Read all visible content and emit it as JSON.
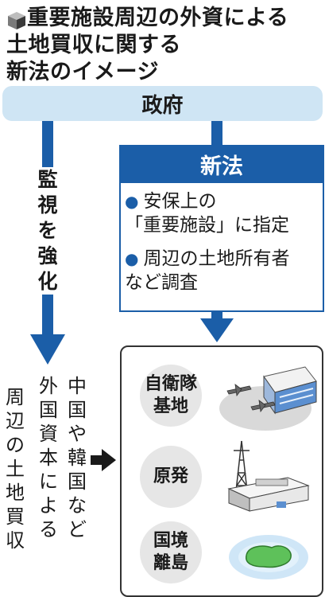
{
  "title": {
    "line1": "重要施設周辺の外資による",
    "line2": "土地買収に関する",
    "line3": "新法のイメージ"
  },
  "government": "政府",
  "new_law": {
    "header": "新法",
    "bullet1_line1": "安保上の",
    "bullet1_line2": "「重要施設」に指定",
    "bullet2_line1": "周辺の土地所有者",
    "bullet2_line2": "など調査"
  },
  "monitoring_label": "監視を強化",
  "left_text": {
    "col1": "周辺の土地買収",
    "col2": "外国資本による",
    "col3": "中国や韓国など"
  },
  "facilities": [
    {
      "line1": "自衛隊",
      "line2": "基地",
      "icon": "airbase-icon"
    },
    {
      "line1": "原発",
      "line2": "",
      "icon": "nuclear-plant-icon"
    },
    {
      "line1": "国境",
      "line2": "離島",
      "icon": "island-icon"
    }
  ],
  "colors": {
    "accent_blue": "#1b5ea8",
    "light_blue": "#cfe5f4",
    "circle_gray": "#e6e6e6",
    "island_green": "#5ec15a"
  }
}
